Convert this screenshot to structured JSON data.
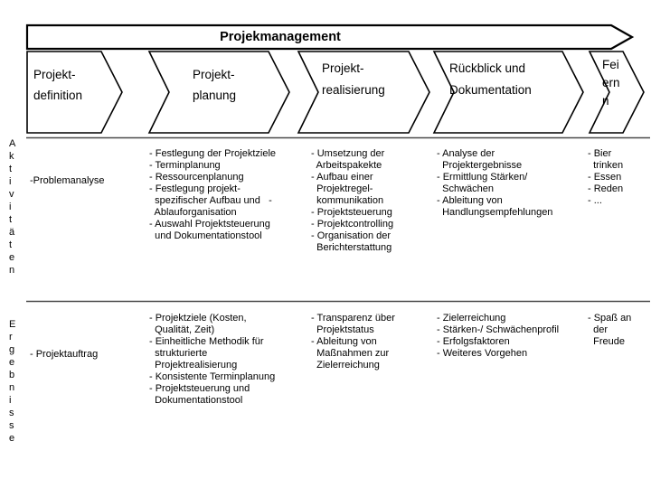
{
  "banner": {
    "title": "Projekmanagement"
  },
  "row_labels": {
    "activities": "Aktivitäten",
    "results": "Ergebnisse"
  },
  "phases": [
    {
      "label_lines": [
        "Projekt-",
        "definition"
      ],
      "activities_lines": [
        "-Problemanalyse"
      ],
      "results_lines": [
        "- Projektauftrag"
      ]
    },
    {
      "label_lines": [
        "Projekt-",
        "planung"
      ],
      "activities_lines": [
        "- Festlegung der Projektziele",
        "- Terminplanung",
        "- Ressourcenplanung",
        "- Festlegung projekt-",
        "  spezifischer Aufbau und   -",
        "  Ablauforganisation",
        "- Auswahl Projektsteuerung",
        "  und Dokumentationstool"
      ],
      "results_lines": [
        "- Projektziele (Kosten,",
        "  Qualität, Zeit)",
        "- Einheitliche Methodik für",
        "  strukturierte",
        "  Projektrealisierung",
        "- Konsistente Terminplanung",
        "- Projektsteuerung und",
        "  Dokumentationstool"
      ]
    },
    {
      "label_lines": [
        "Projekt-",
        "realisierung"
      ],
      "activities_lines": [
        "- Umsetzung der",
        "  Arbeitspakekte",
        "- Aufbau einer",
        "  Projektregel-",
        "  kommunikation",
        "- Projektsteuerung",
        "- Projektcontrolling",
        "- Organisation der",
        "  Berichterstattung"
      ],
      "results_lines": [
        "- Transparenz über",
        "  Projektstatus",
        "- Ableitung von",
        "  Maßnahmen zur",
        "  Zielerreichung"
      ]
    },
    {
      "label_lines": [
        "Rückblick und",
        "Dokumentation"
      ],
      "activities_lines": [
        "- Analyse der",
        "  Projektergebnisse",
        "- Ermittlung Stärken/",
        "  Schwächen",
        "- Ableitung von",
        "  Handlungsempfehlungen"
      ],
      "results_lines": [
        "- Zielerreichung",
        "- Stärken-/ Schwächenprofil",
        "- Erfolgsfaktoren",
        "- Weiteres Vorgehen"
      ]
    },
    {
      "label_lines": [
        "Fei",
        "ern",
        "n"
      ],
      "activities_lines": [
        "- Bier",
        "  trinken",
        "- Essen",
        "- Reden",
        "- ..."
      ],
      "results_lines": [
        "- Spaß an",
        "  der",
        "  Freude"
      ]
    }
  ],
  "colors": {
    "background": "#ffffff",
    "shape_outline": "#000000",
    "divider_line": "#4a4a4a",
    "text": "#000000"
  }
}
